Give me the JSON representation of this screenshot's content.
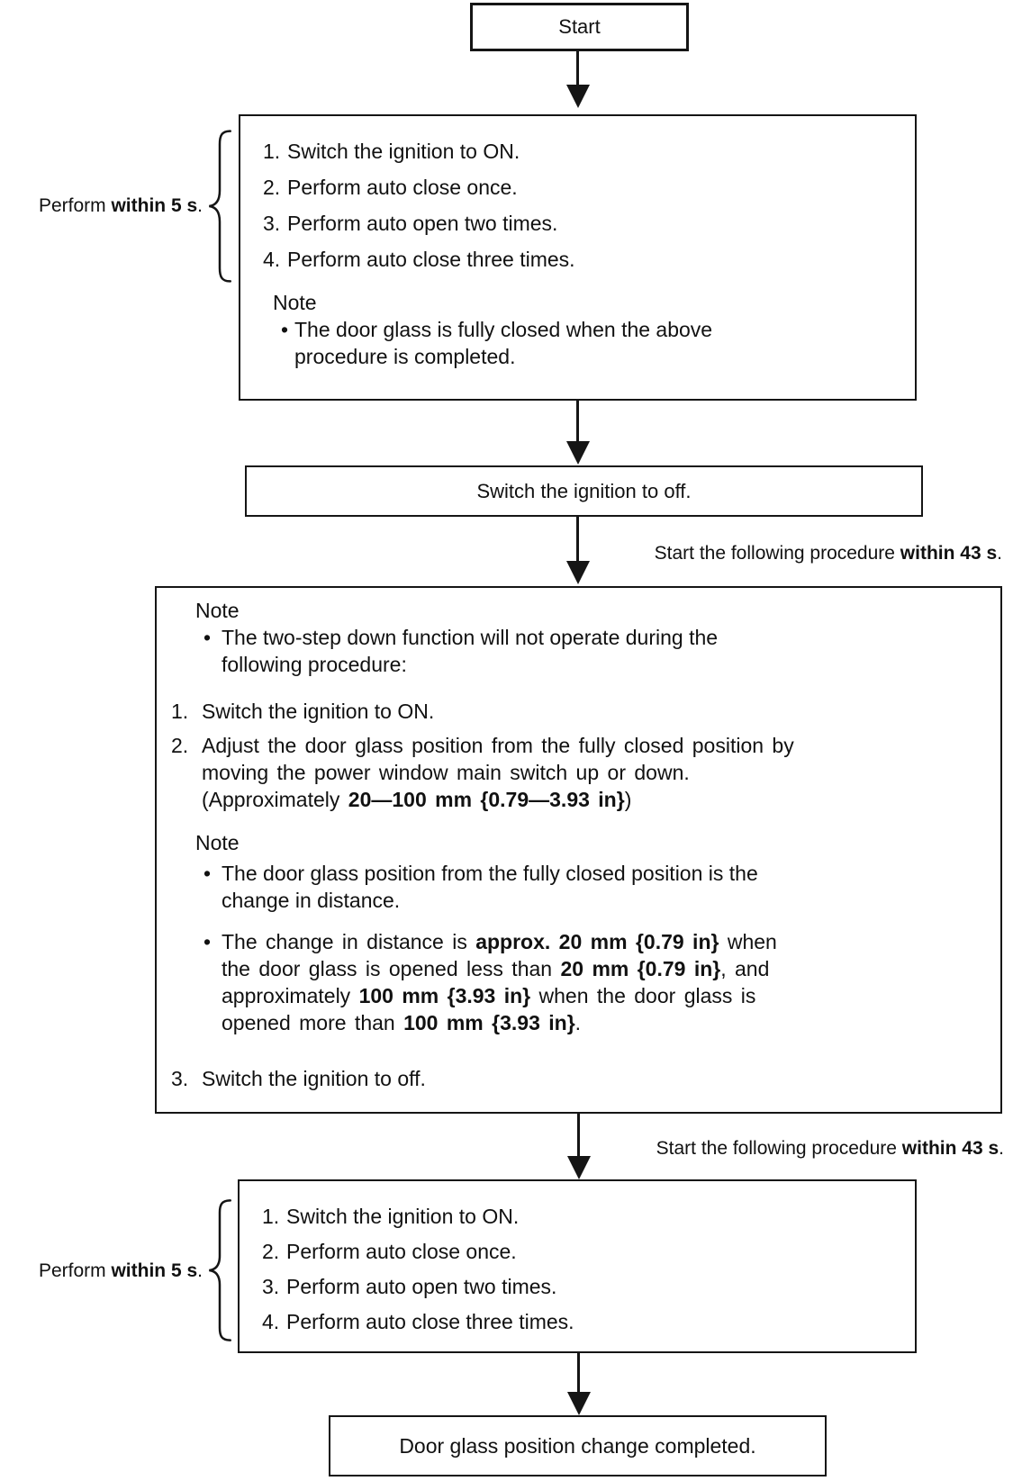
{
  "start_node": {
    "label": "Start"
  },
  "perform_label_top": {
    "prefix": "Perform ",
    "bold": "within 5 s",
    "suffix": "."
  },
  "perform_label_bottom": {
    "prefix": "Perform ",
    "bold": "within 5 s",
    "suffix": "."
  },
  "timing_label_top": {
    "prefix": "Start the following procedure ",
    "bold": "within 43 s",
    "suffix": "."
  },
  "timing_label_bottom": {
    "prefix": "Start the following procedure ",
    "bold": "within 43 s",
    "suffix": "."
  },
  "procedure_box_top": {
    "steps": [
      {
        "n": "1.",
        "t": "Switch the ignition to ON."
      },
      {
        "n": "2.",
        "t": "Perform auto close once."
      },
      {
        "n": "3.",
        "t": "Perform auto open two times."
      },
      {
        "n": "4.",
        "t": "Perform auto close three times."
      }
    ],
    "note_title": "Note",
    "note_lines": [
      "The door glass is fully closed when the above",
      "procedure is completed."
    ]
  },
  "ignition_off_box": {
    "label": "Switch the ignition to off."
  },
  "note_box": {
    "blocks": [
      {
        "type": "note",
        "text": "Note"
      },
      {
        "type": "bullet",
        "lines": [
          [
            {
              "t": "The two-step down function will not operate during the"
            }
          ],
          [
            {
              "t": "following procedure:"
            }
          ]
        ]
      },
      {
        "type": "num",
        "n": "1.",
        "lines": [
          [
            {
              "t": "Switch the ignition to ON."
            }
          ]
        ]
      },
      {
        "type": "num",
        "n": "2.",
        "lines": [
          [
            {
              "t": "Adjust the door glass position from the fully closed position by"
            }
          ],
          [
            {
              "t": "moving the power window main switch up or down."
            }
          ],
          [
            {
              "t": "(Approximately "
            },
            {
              "t": "20—100 mm {0.79—3.93 in}",
              "b": 1
            },
            {
              "t": ")"
            }
          ]
        ]
      },
      {
        "type": "note",
        "text": "Note"
      },
      {
        "type": "bullet",
        "lines": [
          [
            {
              "t": "The door glass position from the fully closed position is the"
            }
          ],
          [
            {
              "t": "change in distance."
            }
          ]
        ]
      },
      {
        "type": "bullet",
        "lines": [
          [
            {
              "t": "The change in distance is "
            },
            {
              "t": "approx. 20 mm {0.79 in}",
              "b": 1
            },
            {
              "t": " when"
            }
          ],
          [
            {
              "t": "the door glass is opened less than "
            },
            {
              "t": "20 mm {0.79 in}",
              "b": 1
            },
            {
              "t": ", and"
            }
          ],
          [
            {
              "t": "approximately "
            },
            {
              "t": "100 mm {3.93 in}",
              "b": 1
            },
            {
              "t": " when the door glass is"
            }
          ],
          [
            {
              "t": "opened more than "
            },
            {
              "t": "100 mm {3.93 in}",
              "b": 1
            },
            {
              "t": "."
            }
          ]
        ]
      },
      {
        "type": "num",
        "n": "3.",
        "lines": [
          [
            {
              "t": "Switch the ignition to off."
            }
          ]
        ]
      }
    ]
  },
  "procedure_box_bottom": {
    "steps": [
      {
        "n": "1.",
        "t": "Switch the ignition to ON."
      },
      {
        "n": "2.",
        "t": "Perform auto close once."
      },
      {
        "n": "3.",
        "t": "Perform auto open two times."
      },
      {
        "n": "4.",
        "t": "Perform auto close three times."
      }
    ]
  },
  "end_node": {
    "label": "Door glass position change completed."
  }
}
